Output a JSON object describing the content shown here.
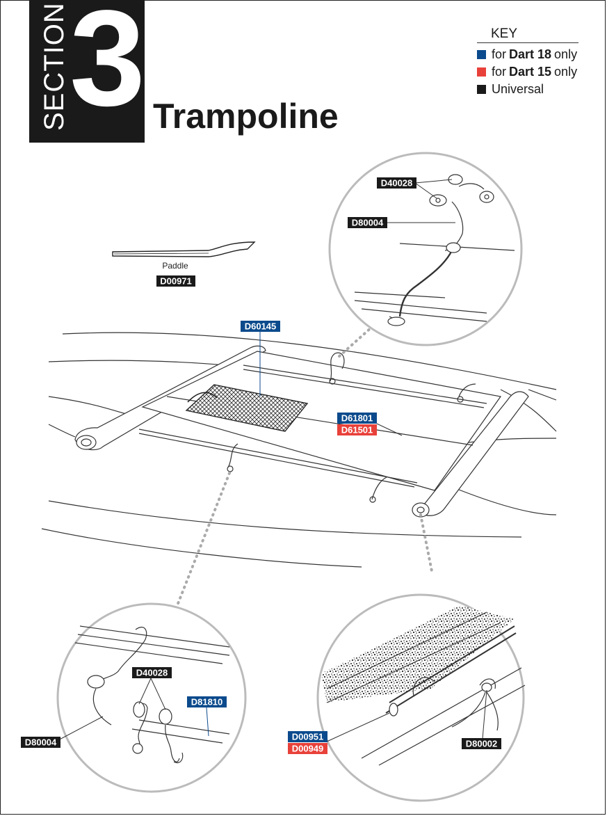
{
  "header": {
    "section_word": "SECTION",
    "section_number": "3",
    "title": "Trampoline"
  },
  "key": {
    "title": "KEY",
    "items": [
      {
        "prefix": "for",
        "bold": "Dart 18",
        "suffix": "only",
        "color": "#0b4a8c"
      },
      {
        "prefix": "for",
        "bold": "Dart 15",
        "suffix": "only",
        "color": "#e8413a"
      },
      {
        "prefix": "",
        "bold": "",
        "suffix": "Universal",
        "color": "#1a1a1a"
      }
    ]
  },
  "colors": {
    "dart18": "#0b4a8c",
    "dart15": "#e8413a",
    "universal": "#1a1a1a"
  },
  "paddle": {
    "caption": "Paddle",
    "part": "D00971"
  },
  "parts": {
    "top_circle": {
      "fitting": "D40028",
      "line": "D80004"
    },
    "main": {
      "bag": "D60145",
      "tramp_dart18": "D61801",
      "tramp_dart15": "D61501"
    },
    "left_circle": {
      "fitting": "D40028",
      "rope": "D81810",
      "line": "D80004"
    },
    "right_circle": {
      "bolt_dart18": "D00951",
      "bolt_dart15": "D00949",
      "lacing": "D80002"
    }
  }
}
